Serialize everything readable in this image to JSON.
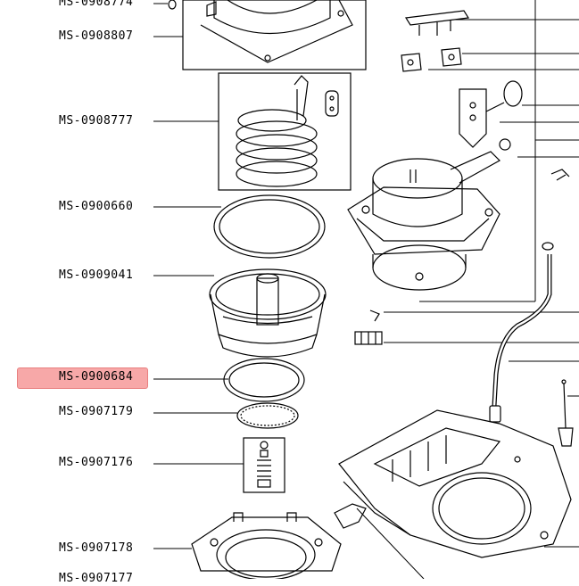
{
  "diagram": {
    "highlight_color": "#f7a8a8",
    "parts": [
      {
        "id": "p0",
        "label": "MS-0908774"
      },
      {
        "id": "p1",
        "label": "MS-0908807"
      },
      {
        "id": "p2",
        "label": "MS-0908777"
      },
      {
        "id": "p3",
        "label": "MS-0900660"
      },
      {
        "id": "p4",
        "label": "MS-0909041"
      },
      {
        "id": "p5",
        "label": "MS-0900684",
        "selected": true
      },
      {
        "id": "p6",
        "label": "MS-0907179"
      },
      {
        "id": "p7",
        "label": "MS-0907176"
      },
      {
        "id": "p8",
        "label": "MS-0907178"
      },
      {
        "id": "p9",
        "label": "MS-0907177"
      }
    ]
  }
}
